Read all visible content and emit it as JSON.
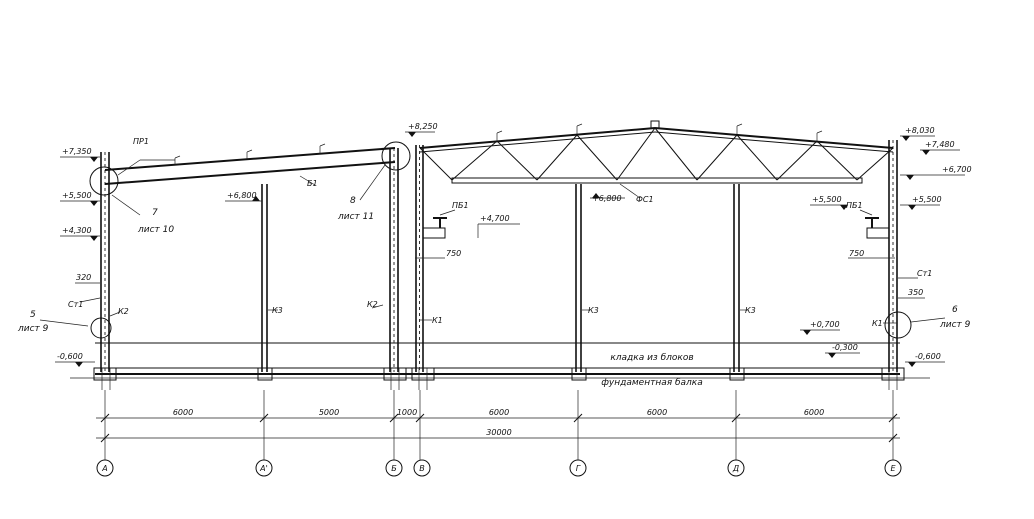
{
  "axes": [
    "А",
    "А'",
    "Б",
    "В",
    "Г",
    "Д",
    "Е"
  ],
  "dimensions": {
    "spans": [
      "6000",
      "5000",
      "1000",
      "6000",
      "6000",
      "6000"
    ],
    "total": "30000",
    "small": [
      "320",
      "750",
      "750",
      "350"
    ]
  },
  "elevations": {
    "left": [
      "+7,350",
      "+5,500",
      "+4,300",
      "-0,600"
    ],
    "mid": [
      "+6,800",
      "+8,250",
      "+4,700",
      "+6,800"
    ],
    "right": [
      "+8,030",
      "+7,480",
      "+6,700",
      "+5,500",
      "+5,500",
      "+0,700",
      "-0,300",
      "-0,600"
    ]
  },
  "labels": {
    "pr1": "ПР1",
    "b1": "Б1",
    "fs1": "ФС1",
    "pb1_left": "ПБ1",
    "pb1_right": "ПБ1",
    "ct1_left": "Ст1",
    "ct1_right": "Ст1",
    "k2_left": "К2",
    "k3_a2": "К3",
    "k2_b": "К2",
    "k1_v": "К1",
    "k3_g": "К3",
    "k3_d": "К3",
    "k1_e": "К1",
    "masonry": "кладка из блоков",
    "foundation_beam": "фундаментная балка"
  },
  "callouts": [
    {
      "num": "7",
      "sheet": "лист 10"
    },
    {
      "num": "8",
      "sheet": "лист 11"
    },
    {
      "num": "5",
      "sheet": "лист 9"
    },
    {
      "num": "6",
      "sheet": "лист 9"
    }
  ]
}
